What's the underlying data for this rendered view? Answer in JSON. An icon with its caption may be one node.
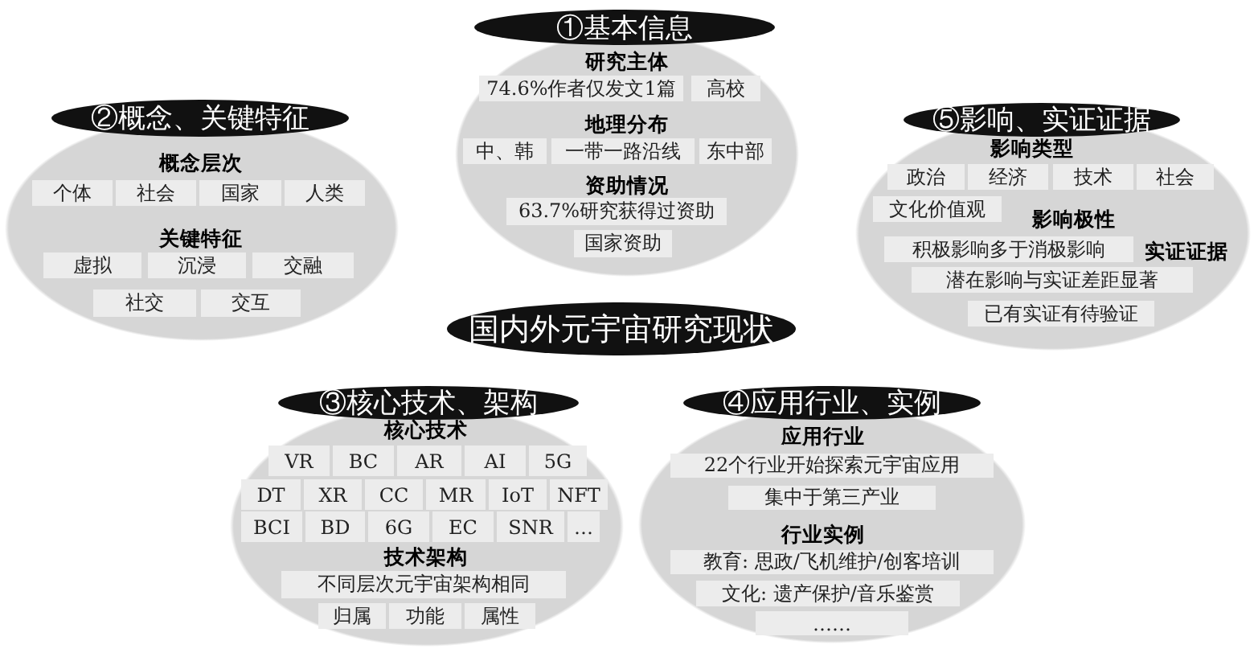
{
  "diagram": {
    "nodes": [
      {
        "text": [
          "①基本信息",
          "研究主体",
          "地理分布",
          "资助情况"
        ]
      },
      {
        "text": [
          "74.6%作者仅发文1篇"
        ],
        "in": 0
      },
      {
        "text": [
          "高校"
        ],
        "in": 0
      },
      {
        "text": [
          "中、韩"
        ],
        "in": 0
      },
      {
        "text": [
          "一带一路沿线"
        ],
        "in": 0
      },
      {
        "text": [
          "东中部"
        ],
        "in": 0
      },
      {
        "text": [
          "63.7%研究获得过资助"
        ],
        "in": 0
      },
      {
        "text": [
          "国家资助"
        ],
        "in": 0
      },
      {
        "text": [
          "②概念、关键特征",
          "概念层次",
          "关键特征"
        ]
      },
      {
        "text": [
          "个体"
        ],
        "in": 8
      },
      {
        "text": [
          "社会"
        ],
        "in": 8
      },
      {
        "text": [
          "国家"
        ],
        "in": 8
      },
      {
        "text": [
          "人类"
        ],
        "in": 8
      },
      {
        "text": [
          "虚拟"
        ],
        "in": 8
      },
      {
        "text": [
          "沉浸"
        ],
        "in": 8
      },
      {
        "text": [
          "交融"
        ],
        "in": 8
      },
      {
        "text": [
          "社交"
        ],
        "in": 8
      },
      {
        "text": [
          "交互"
        ],
        "in": 8
      },
      {
        "text": [
          "⑤影响、实证证据",
          "影响类型",
          "影响极性",
          "实证证据"
        ]
      },
      {
        "text": [
          "政治"
        ],
        "in": 18
      },
      {
        "text": [
          "经济"
        ],
        "in": 18
      },
      {
        "text": [
          "技术"
        ],
        "in": 18
      },
      {
        "text": [
          "社会"
        ],
        "in": 18
      },
      {
        "text": [
          "文化价值观"
        ],
        "in": 18
      },
      {
        "text": [
          "积极影响多于消极影响"
        ],
        "in": 18
      },
      {
        "text": [
          "潜在影响与实证差距显著"
        ],
        "in": 18
      },
      {
        "text": [
          "已有实证有待验证"
        ],
        "in": 18
      },
      {
        "text": [
          "国内外元宇宙研究现状"
        ]
      },
      {
        "text": [
          "③核心技术、架构",
          "核心技术",
          "技术架构"
        ]
      },
      {
        "text": [
          "VR"
        ],
        "in": 28
      },
      {
        "text": [
          "BC"
        ],
        "in": 28
      },
      {
        "text": [
          "AR"
        ],
        "in": 28
      },
      {
        "text": [
          "AI"
        ],
        "in": 28
      },
      {
        "text": [
          "5G"
        ],
        "in": 28
      },
      {
        "text": [
          "DT"
        ],
        "in": 28
      },
      {
        "text": [
          "XR"
        ],
        "in": 28
      },
      {
        "text": [
          "CC"
        ],
        "in": 28
      },
      {
        "text": [
          "MR"
        ],
        "in": 28
      },
      {
        "text": [
          "IoT"
        ],
        "in": 28
      },
      {
        "text": [
          "NFT"
        ],
        "in": 28
      },
      {
        "text": [
          "BCI"
        ],
        "in": 28
      },
      {
        "text": [
          "BD"
        ],
        "in": 28
      },
      {
        "text": [
          "6G"
        ],
        "in": 28
      },
      {
        "text": [
          "EC"
        ],
        "in": 28
      },
      {
        "text": [
          "SNR"
        ],
        "in": 28
      },
      {
        "text": [
          "…"
        ],
        "in": 28
      },
      {
        "text": [
          "不同层次元宇宙架构相同"
        ],
        "in": 28
      },
      {
        "text": [
          "归属"
        ],
        "in": 28
      },
      {
        "text": [
          "功能"
        ],
        "in": 28
      },
      {
        "text": [
          "属性"
        ],
        "in": 28
      },
      {
        "text": [
          "④应用行业、实例",
          "应用行业",
          "行业实例"
        ]
      },
      {
        "text": [
          "22个行业开始探索元宇宙应用"
        ],
        "in": 50
      },
      {
        "text": [
          "集中于第三产业"
        ],
        "in": 50
      },
      {
        "text": [
          "教育: 思政/飞机维护/创客培训"
        ],
        "in": 50
      },
      {
        "text": [
          "文化: 遗产保护/音乐鉴赏"
        ],
        "in": 50
      },
      {
        "text": [
          "……"
        ],
        "in": 50
      }
    ]
  }
}
